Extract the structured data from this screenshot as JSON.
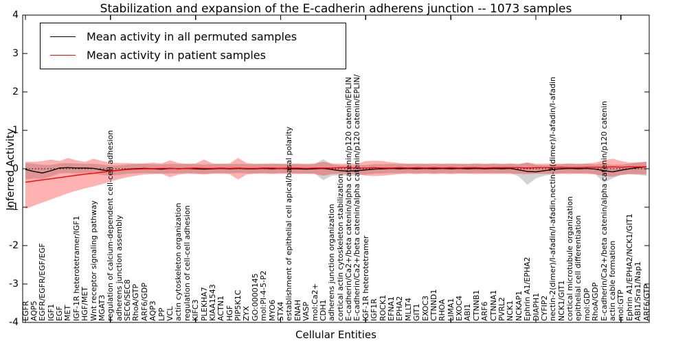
{
  "chart_data": {
    "type": "line",
    "title": "Stabilization and expansion of the E-cadherin adherens junction -- 1073 samples",
    "xlabel": "Cellular Entities",
    "ylabel": "Inferred Activity",
    "ylim": [
      -4,
      4
    ],
    "ytick_labels": [
      "4",
      "3",
      "2",
      "1",
      "0",
      "-1",
      "-2",
      "-3",
      "-4"
    ],
    "ytick_values": [
      4,
      3,
      2,
      1,
      0,
      -1,
      -2,
      -3,
      -4
    ],
    "grid": false,
    "legend_position": "upper left",
    "zero_line": {
      "style": "dotted",
      "color": "#000000"
    },
    "colors": {
      "permuted_line": "#000000",
      "patient_line": "#ff0000",
      "permuted_band": "rgba(128,128,128,0.35)",
      "patient_band": "rgba(255,0,0,0.30)"
    },
    "categories": [
      "EGFR",
      "AQP5",
      "EGFR/EGFR/EGF/EGF",
      "IGF1",
      "EGF",
      "MET",
      "IGF-1R heterotetramer/IGF1",
      "HGF/MET",
      "Wnt receptor signaling pathway",
      "MGAT3",
      "regulation of calcium-dependent cell-cell adhesion",
      "adherens junction assembly",
      "SEC6/SEC8",
      "RhoA/GTP",
      "ARF6/GDP",
      "AQP3",
      "LPP",
      "VCL",
      "actin cytoskeleton organization",
      "regulation of cell-cell adhesion",
      "KIFC3",
      "PLEKHA7",
      "KIAA1543",
      "ACTN1",
      "HGF",
      "PIP5K1C",
      "ZYX",
      "GO:0000145",
      "mol:PI-4-5-P2",
      "MYO6",
      "STX4",
      "establishment of epithelial cell apical/basal polarity",
      "ENAH",
      "VASP",
      "mol:Ca2+",
      "CDH1",
      "adherens junction organization",
      "cortical actin cytoskeleton stabilization",
      "E-cadherin/Ca2+/beta catenin/alpha catenin/p120 catenin/EPLIN",
      "E-cadherin/Ca2+/beta catenin/alpha catenin/p120 catenin/EPLIN/",
      "IGF-1R heterotetramer",
      "IGF1R",
      "ROCK1",
      "EFNA1",
      "EPHA2",
      "MLLT4",
      "GIT1",
      "EXOC3",
      "CTNND1",
      "RHOA",
      "LIMA1",
      "EXOC4",
      "ABI1",
      "CTNNB1",
      "ARF6",
      "CTNNA1",
      "PVRL2",
      "NCK1",
      "NCKAP1",
      "Ephrin A1/EPHA2",
      "DIAPH1",
      "CYFIP2",
      "nectin-2(dimer)/I-afadin/I-afadin,nectin-2(dimer)/I-afadin/I-afadin",
      "NCK1/GIT1",
      "cortical microtubule organization",
      "epithelial cell differentiation",
      "mol:GDP",
      "RhoA/GDP",
      "E-cadherin/Ca2+/beta catenin/alpha catenin/p120 catenin",
      "actin cable formation",
      "mol:GTP",
      "Ephrin A1/EPHA2/NCK1/GIT1",
      "ABI1/Sra1/Nap1",
      "ARF6/GTP"
    ],
    "series": [
      {
        "name": "Mean activity in all permuted samples",
        "color": "#000000",
        "values": [
          -0.02,
          -0.07,
          -0.11,
          -0.05,
          0.02,
          0.03,
          0.02,
          0.02,
          0.01,
          -0.03,
          -0.06,
          -0.04,
          -0.01,
          0.0,
          0.01,
          0.0,
          -0.01,
          0.01,
          0.0,
          0.01,
          0.0,
          -0.01,
          0.0,
          0.01,
          0.0,
          0.01,
          0.0,
          0.0,
          0.01,
          0.0,
          0.01,
          0.0,
          0.0,
          -0.01,
          0.0,
          0.01,
          -0.02,
          -0.05,
          -0.06,
          -0.05,
          -0.03,
          -0.01,
          0.0,
          0.01,
          0.0,
          0.01,
          0.0,
          0.01,
          0.0,
          0.01,
          0.0,
          0.01,
          0.0,
          0.01,
          0.0,
          0.01,
          0.0,
          0.01,
          -0.03,
          -0.07,
          -0.08,
          -0.05,
          -0.02,
          0.0,
          0.01,
          0.0,
          0.01,
          -0.01,
          -0.05,
          -0.08,
          -0.04,
          0.0,
          0.03,
          0.05
        ],
        "band_low": [
          -0.28,
          -0.25,
          -0.26,
          -0.2,
          -0.12,
          -0.11,
          -0.12,
          -0.11,
          -0.12,
          -0.16,
          -0.18,
          -0.16,
          -0.13,
          -0.12,
          -0.11,
          -0.12,
          -0.13,
          -0.12,
          -0.12,
          -0.11,
          -0.12,
          -0.13,
          -0.12,
          -0.11,
          -0.12,
          -0.11,
          -0.12,
          -0.12,
          -0.11,
          -0.12,
          -0.11,
          -0.12,
          -0.12,
          -0.13,
          -0.12,
          -0.3,
          -0.18,
          -0.17,
          -0.18,
          -0.17,
          -0.15,
          -0.13,
          -0.12,
          -0.11,
          -0.12,
          -0.11,
          -0.12,
          -0.11,
          -0.12,
          -0.11,
          -0.12,
          -0.11,
          -0.12,
          -0.11,
          -0.12,
          -0.11,
          -0.12,
          -0.11,
          -0.2,
          -0.42,
          -0.25,
          -0.18,
          -0.14,
          -0.12,
          -0.11,
          -0.12,
          -0.11,
          -0.14,
          -0.36,
          -0.25,
          -0.16,
          -0.14,
          -0.16,
          -0.18
        ],
        "band_high": [
          0.15,
          0.13,
          0.1,
          0.1,
          0.14,
          0.15,
          0.14,
          0.13,
          0.13,
          0.11,
          0.08,
          0.09,
          0.11,
          0.12,
          0.13,
          0.12,
          0.11,
          0.13,
          0.12,
          0.13,
          0.12,
          0.11,
          0.12,
          0.13,
          0.12,
          0.13,
          0.12,
          0.12,
          0.13,
          0.12,
          0.13,
          0.12,
          0.12,
          0.11,
          0.12,
          0.25,
          0.12,
          0.09,
          0.08,
          0.09,
          0.1,
          0.12,
          0.12,
          0.13,
          0.12,
          0.13,
          0.12,
          0.13,
          0.12,
          0.13,
          0.12,
          0.13,
          0.12,
          0.13,
          0.12,
          0.13,
          0.12,
          0.13,
          0.11,
          0.16,
          0.1,
          0.09,
          0.1,
          0.12,
          0.13,
          0.12,
          0.13,
          0.11,
          0.14,
          0.1,
          0.11,
          0.13,
          0.16,
          0.18
        ]
      },
      {
        "name": "Mean activity in patient samples",
        "color": "#ff0000",
        "values": [
          -0.35,
          -0.32,
          -0.29,
          -0.26,
          -0.23,
          -0.2,
          -0.17,
          -0.14,
          -0.12,
          -0.09,
          -0.06,
          -0.04,
          -0.02,
          -0.01,
          0.0,
          0.0,
          0.01,
          0.01,
          0.0,
          0.01,
          0.02,
          0.01,
          0.01,
          0.02,
          0.01,
          0.02,
          0.01,
          0.01,
          0.02,
          0.02,
          0.01,
          0.02,
          0.02,
          0.01,
          0.02,
          0.02,
          0.02,
          0.03,
          0.03,
          0.02,
          0.02,
          0.03,
          0.02,
          0.02,
          0.03,
          0.02,
          0.03,
          0.02,
          0.03,
          0.02,
          0.03,
          0.02,
          0.03,
          0.03,
          0.02,
          0.03,
          0.03,
          0.03,
          0.03,
          0.02,
          0.03,
          0.03,
          0.03,
          0.04,
          0.03,
          0.03,
          0.04,
          0.04,
          0.04,
          0.05,
          0.04,
          0.05,
          0.05,
          0.05
        ],
        "band_low": [
          -1.05,
          -0.96,
          -0.88,
          -0.8,
          -0.72,
          -0.64,
          -0.57,
          -0.51,
          -0.46,
          -0.4,
          -0.33,
          -0.27,
          -0.22,
          -0.18,
          -0.15,
          -0.14,
          -0.13,
          -0.22,
          -0.15,
          -0.13,
          -0.14,
          -0.15,
          -0.13,
          -0.13,
          -0.14,
          -0.28,
          -0.15,
          -0.13,
          -0.13,
          -0.14,
          -0.13,
          -0.13,
          -0.14,
          -0.13,
          -0.14,
          -0.18,
          -0.14,
          -0.13,
          -0.14,
          -0.13,
          -0.18,
          -0.19,
          -0.18,
          -0.16,
          -0.14,
          -0.13,
          -0.14,
          -0.13,
          -0.14,
          -0.13,
          -0.14,
          -0.13,
          -0.13,
          -0.14,
          -0.13,
          -0.14,
          -0.13,
          -0.14,
          -0.13,
          -0.14,
          -0.13,
          -0.13,
          -0.14,
          -0.13,
          -0.14,
          -0.13,
          -0.14,
          -0.15,
          -0.18,
          -0.21,
          -0.16,
          -0.14,
          -0.14,
          -0.15
        ],
        "band_high": [
          0.18,
          0.18,
          0.2,
          0.24,
          0.2,
          0.28,
          0.22,
          0.18,
          0.26,
          0.2,
          0.16,
          0.15,
          0.15,
          0.14,
          0.14,
          0.16,
          0.14,
          0.22,
          0.15,
          0.13,
          0.14,
          0.24,
          0.14,
          0.13,
          0.14,
          0.28,
          0.15,
          0.13,
          0.13,
          0.14,
          0.13,
          0.13,
          0.14,
          0.13,
          0.14,
          0.18,
          0.14,
          0.13,
          0.14,
          0.13,
          0.2,
          0.21,
          0.2,
          0.17,
          0.15,
          0.13,
          0.14,
          0.13,
          0.14,
          0.13,
          0.14,
          0.13,
          0.13,
          0.14,
          0.13,
          0.14,
          0.13,
          0.14,
          0.13,
          0.16,
          0.13,
          0.13,
          0.14,
          0.13,
          0.14,
          0.13,
          0.14,
          0.16,
          0.22,
          0.26,
          0.2,
          0.16,
          0.17,
          0.18
        ]
      }
    ]
  },
  "legend": {
    "items": [
      {
        "label": "Mean activity in all permuted samples",
        "color": "#000000"
      },
      {
        "label": "Mean activity in patient samples",
        "color": "#ff0000"
      }
    ]
  }
}
